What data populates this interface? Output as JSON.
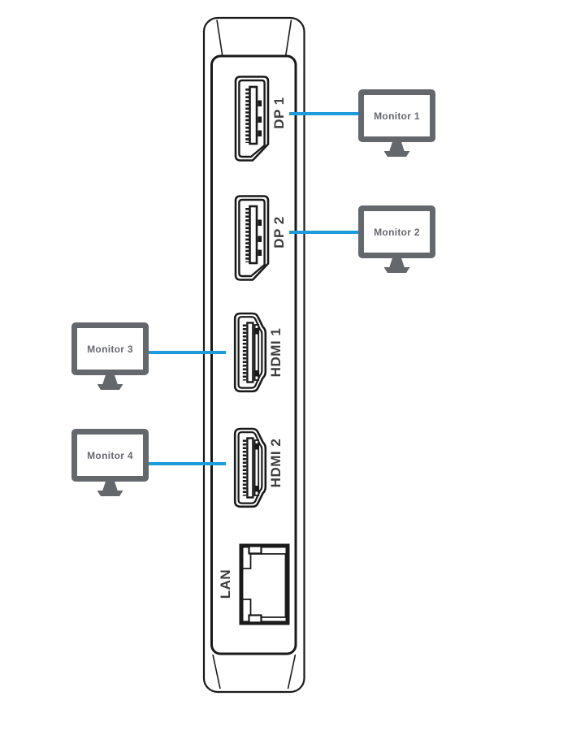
{
  "title": "Docking station display connection diagram",
  "ports": [
    {
      "label": "DP 1",
      "type": "displayport"
    },
    {
      "label": "DP 2",
      "type": "displayport"
    },
    {
      "label": "HDMI 1",
      "type": "hdmi"
    },
    {
      "label": "HDMI 2",
      "type": "hdmi"
    },
    {
      "label": "LAN",
      "type": "ethernet"
    }
  ],
  "monitors": [
    {
      "label": "Monitor 1",
      "connected_port": "DP 1"
    },
    {
      "label": "Monitor 2",
      "connected_port": "DP 2"
    },
    {
      "label": "Monitor 3",
      "connected_port": "HDMI 1"
    },
    {
      "label": "Monitor 4",
      "connected_port": "HDMI 2"
    }
  ],
  "colors": {
    "connection_blue": "#1e9cd9",
    "monitor_gray": "#64676c",
    "port_label_gray": "#3d3d3d",
    "outline_black": "#1a1a1a"
  }
}
